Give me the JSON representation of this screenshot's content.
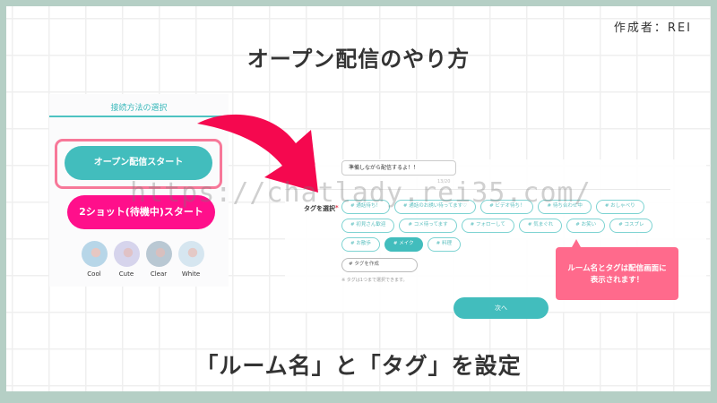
{
  "author": "作成者：REI",
  "title": "オープン配信のやり方",
  "subtitle": "「ルーム名」と「タグ」を設定",
  "watermark": "https://chatlady.rei35.com/",
  "colors": {
    "frame": "#b5cfc5",
    "teal": "#42bdbd",
    "pink": "#ff0f8b",
    "highlight_border": "#f77899",
    "arrow": "#f5084f",
    "callout": "#ff6a8c"
  },
  "left_panel": {
    "header": "接続方法の選択",
    "open_button": "オープン配信スタート",
    "twoshot_button": "2ショット(待機中)スタート",
    "filters": [
      {
        "label": "Cool"
      },
      {
        "label": "Cute"
      },
      {
        "label": "Clear"
      },
      {
        "label": "White"
      }
    ]
  },
  "right_panel": {
    "room_name_value": "準備しながら配信するよ！！",
    "room_name_count": "13/20",
    "tag_label": "タグを選択",
    "tag_rows": [
      [
        "# 通話待ち！",
        "# 通話のお誘い待ってます♡",
        "# ビデオ待ち！",
        "# 待ち合わせ中",
        "# おしゃべり"
      ],
      [
        "# 初見さん歓迎",
        "# コメ待ってます",
        "# フォローして",
        "# 気まぐれ",
        "# お笑い",
        "# コスプレ"
      ],
      [
        "# お散歩",
        "# メイク",
        "# 料理"
      ]
    ],
    "selected_tag": "# メイク",
    "tag_create_placeholder": "# タグを作成",
    "tag_note": "※ タグは1つまで選択できます。",
    "next_button": "次へ"
  },
  "callout": {
    "line1": "ルーム名とタグは配信画面に",
    "line2": "表示されます！"
  }
}
